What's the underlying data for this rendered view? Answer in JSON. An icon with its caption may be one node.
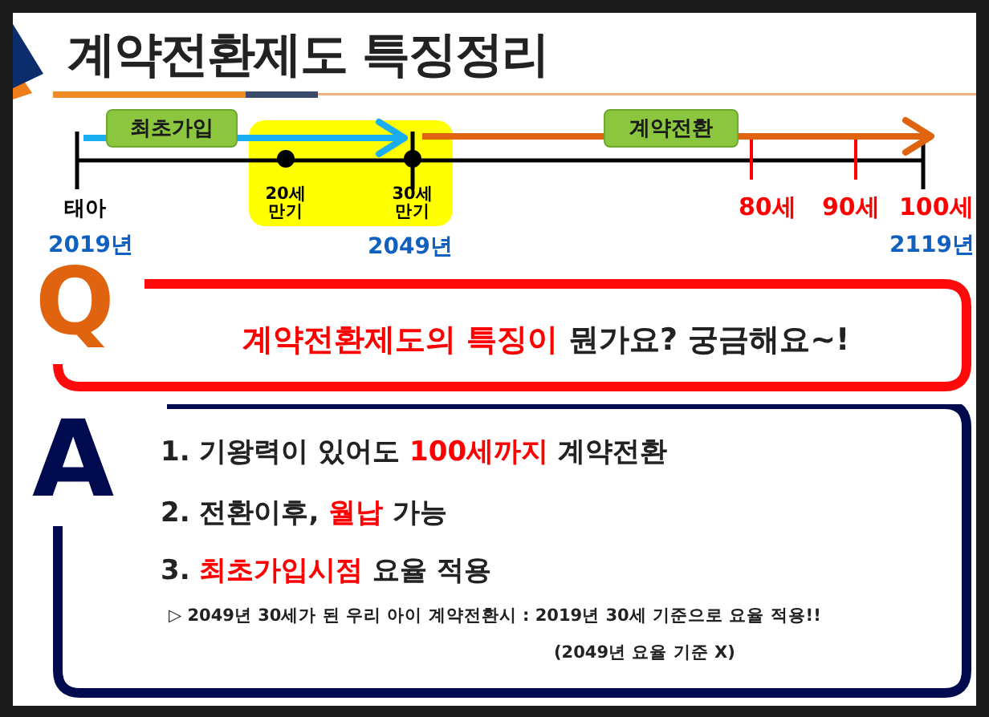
{
  "diagram": {
    "title": "계약전환제도 특징정리",
    "nodes": [
      {
        "text": [
          "최초가입"
        ]
      },
      {
        "text": [
          "계약전환"
        ]
      },
      {
        "text": [
          "20세 만기",
          "30세 만기"
        ]
      },
      {
        "text": [
          "Q",
          "**계약전환제도의 특징이** 뭔가요? 궁금해요~!"
        ]
      },
      {
        "text": [
          "A",
          "1. 기왕력이 있어도 **100세까지** 계약전환",
          "2. 전환이후, **월납** 가능",
          "3. **최초가입시점** 요율 적용",
          "▷ 2049년 30세가 된 우리 아이 계약전환시 : 2019년 30세 기준으로 요율 적용!!",
          "(2049년 요율 기준 X)"
        ]
      }
    ],
    "edges": [],
    "labels": [
      "태아",
      "80세",
      "90세",
      "100세",
      "2019년",
      "2049년",
      "2119년"
    ]
  }
}
